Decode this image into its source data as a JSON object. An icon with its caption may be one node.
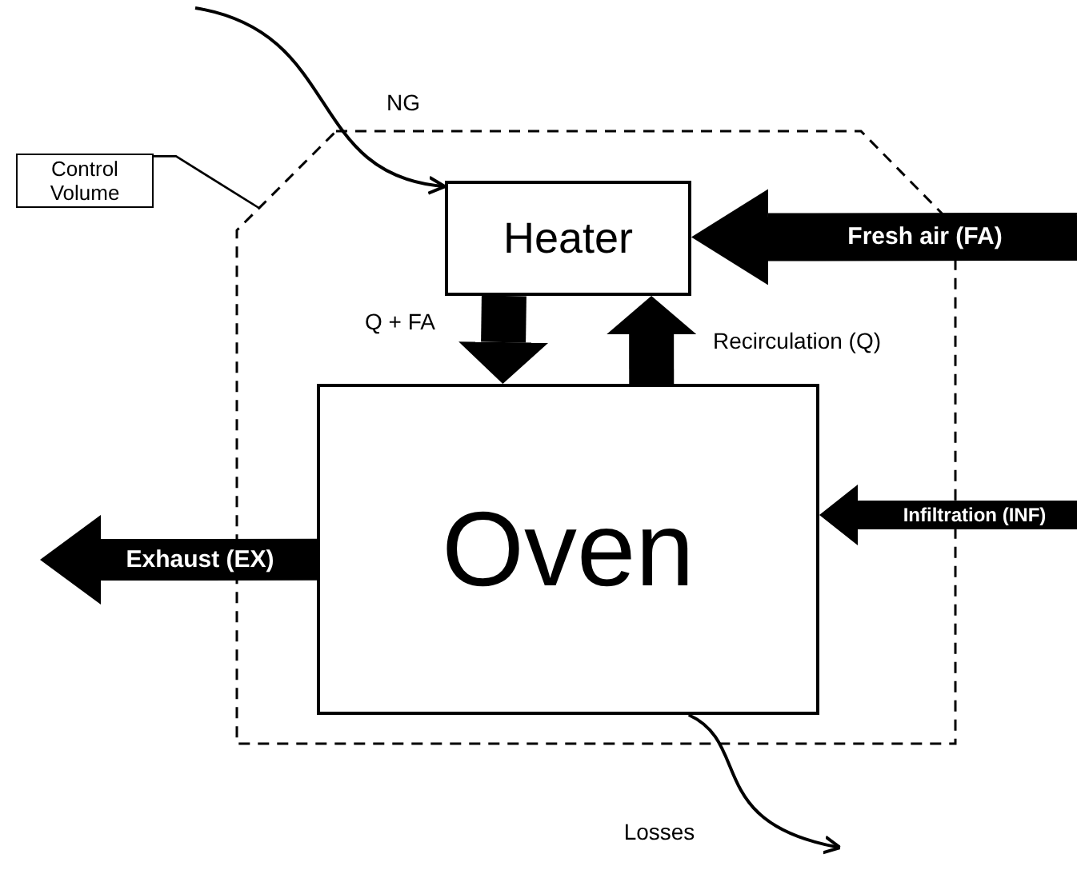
{
  "diagram": {
    "nodes": [
      {
        "text": [
          "Control Volume"
        ]
      },
      {
        "text": [],
        "shape": "box"
      },
      {
        "text": [
          "Heater"
        ],
        "in": 1
      },
      {
        "text": [
          "Oven"
        ],
        "in": 1
      }
    ],
    "edges": [
      {
        "from": 0,
        "to": 1,
        "arrow": "none"
      },
      {
        "from": null,
        "to": 2,
        "arrow": "to",
        "label": "NG"
      },
      {
        "from": null,
        "to": 2,
        "arrow": "to",
        "label": "Fresh air (FA)"
      },
      {
        "from": 2,
        "to": 3,
        "arrow": "to",
        "label": "Q + FA"
      },
      {
        "from": 3,
        "to": 2,
        "arrow": "to",
        "label": "Recirculation (Q)"
      },
      {
        "from": null,
        "to": 3,
        "arrow": "to",
        "label": "Infiltration (INF)"
      },
      {
        "from": 3,
        "to": null,
        "arrow": "to",
        "label": "Exhaust (EX)"
      },
      {
        "from": 3,
        "to": null,
        "arrow": "to",
        "label": "Losses"
      }
    ]
  }
}
